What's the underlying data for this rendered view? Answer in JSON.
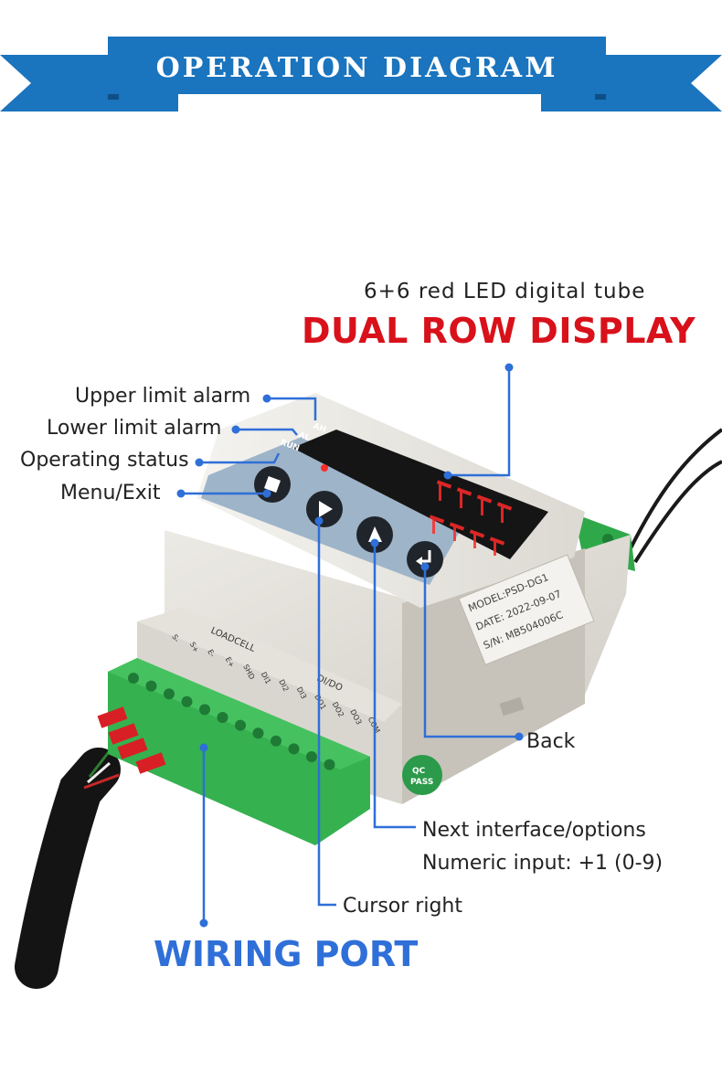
{
  "banner": {
    "title": "OPERATION DIAGRAM",
    "color": "#1a74be"
  },
  "display": {
    "subtitle": "6+6 red LED digital tube",
    "headline": "DUAL ROW DISPLAY",
    "headline_color": "#d8111b"
  },
  "panel": {
    "indicators": [
      "AH",
      "AL",
      "RUN"
    ]
  },
  "labels": {
    "upper_limit_alarm": "Upper limit alarm",
    "lower_limit_alarm": "Lower limit alarm",
    "operating_status": "Operating status",
    "menu_exit": "Menu/Exit",
    "back": "Back",
    "next_interface": "Next interface/options",
    "numeric_input": "Numeric input: +1 (0-9)",
    "cursor_right": "Cursor right",
    "wiring_port": "WIRING PORT"
  },
  "device_label": {
    "model": "MODEL:PSD-DG1",
    "date": "DATE: 2022-09-07",
    "sn": "S/N:  MB504006C"
  },
  "terminals": {
    "group_loadcell": "LOADCELL",
    "group_dido": "DI/DO",
    "pins": [
      "S-",
      "S+",
      "E-",
      "E+",
      "SHD",
      "DI1",
      "DI2",
      "DI3",
      "DO1",
      "DO2",
      "DO3",
      "COM"
    ]
  },
  "qc_stamp": [
    "QC",
    "PASS"
  ],
  "callout_color": "#2f6fd8"
}
